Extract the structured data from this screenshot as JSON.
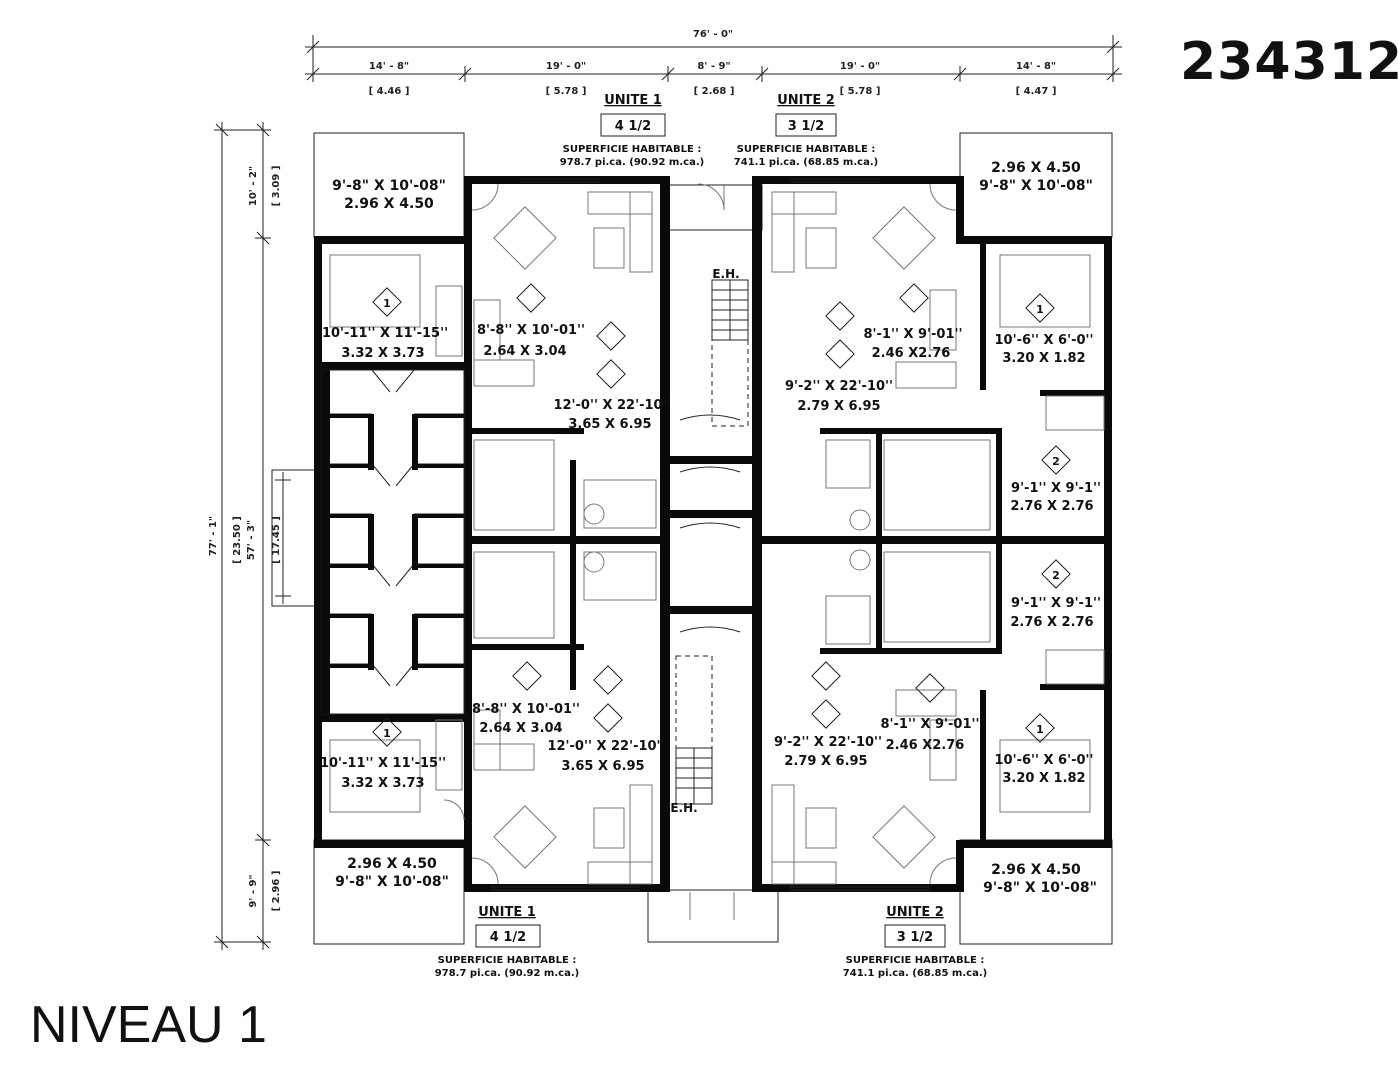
{
  "plan_number": "234312",
  "level_title": "NIVEAU 1",
  "top_dimensions": {
    "overall": "76' - 0\"",
    "segments": [
      {
        "imperial": "14' - 8\"",
        "metric": "[ 4.46 ]"
      },
      {
        "imperial": "19' - 0\"",
        "metric": "[ 5.78 ]"
      },
      {
        "imperial": "8' - 9\"",
        "metric": "[ 2.68 ]"
      },
      {
        "imperial": "19' - 0\"",
        "metric": "[ 5.78 ]"
      },
      {
        "imperial": "14' - 8\"",
        "metric": "[ 4.47 ]"
      }
    ]
  },
  "left_dimensions": {
    "overall": "77' - 1\"",
    "overall_metric": "[ 23.50 ]",
    "inner": "57' - 3\"",
    "inner_metric": "[ 17.45 ]",
    "top_balcony": "10' - 2\"",
    "top_balcony_metric": "[ 3.09 ]",
    "bottom_balcony": "9' - 9\"",
    "bottom_balcony_metric": "[ 2.96 ]"
  },
  "units": {
    "top_left": {
      "name": "UNITE 1",
      "type": "4 1/2",
      "area_label": "SUPERFICIE HABITABLE :",
      "area": "978.7 pi.ca. (90.92 m.ca.)"
    },
    "top_right": {
      "name": "UNITE 2",
      "type": "3 1/2",
      "area_label": "SUPERFICIE HABITABLE :",
      "area": "741.1 pi.ca. (68.85 m.ca.)"
    },
    "bottom_left": {
      "name": "UNITE 1",
      "type": "4 1/2",
      "area_label": "SUPERFICIE HABITABLE :",
      "area": "978.7 pi.ca. (90.92 m.ca.)"
    },
    "bottom_right": {
      "name": "UNITE 2",
      "type": "3 1/2",
      "area_label": "SUPERFICIE HABITABLE :",
      "area": "741.1 pi.ca. (68.85 m.ca.)"
    }
  },
  "balconies": {
    "top_left": {
      "line1": "9'-8\" X 10'-08\"",
      "line2": "2.96 X 4.50"
    },
    "top_right": {
      "line1": "2.96 X 4.50",
      "line2": "9'-8\" X 10'-08\""
    },
    "bottom_left": {
      "line1": "2.96 X 4.50",
      "line2": "9'-8\" X 10'-08\""
    },
    "bottom_right": {
      "line1": "2.96 X 4.50",
      "line2": "9'-8\" X 10'-08\""
    }
  },
  "rooms": {
    "tl_bedroom": {
      "tag": "1",
      "imperial": "10'-11'' X 11'-15''",
      "metric": "3.32 X 3.73"
    },
    "tl_kitchen": {
      "imperial": "8'-8'' X 10'-01''",
      "metric": "2.64 X 3.04"
    },
    "tl_living": {
      "imperial": "12'-0'' X 22'-10''",
      "metric": "3.65 X 6.95"
    },
    "tr_kitchen": {
      "imperial": "8'-1'' X 9'-01''",
      "metric": "2.46 X2.76"
    },
    "tr_living": {
      "imperial": "9'-2'' X 22'-10''",
      "metric": "2.79 X 6.95"
    },
    "tr_bedroom1": {
      "tag": "1",
      "imperial": "10'-6'' X 6'-0''",
      "metric": "3.20 X 1.82"
    },
    "tr_bedroom2": {
      "tag": "2",
      "imperial": "9'-1'' X 9'-1''",
      "metric": "2.76 X 2.76"
    },
    "br_bedroom2": {
      "tag": "2",
      "imperial": "9'-1'' X 9'-1''",
      "metric": "2.76 X 2.76"
    },
    "bl_kitchen": {
      "imperial": "8'-8'' X 10'-01''",
      "metric": "2.64 X 3.04"
    },
    "bl_living": {
      "imperial": "12'-0'' X 22'-10''",
      "metric": "3.65 X 6.95"
    },
    "bl_bedroom": {
      "tag": "1",
      "imperial": "10'-11'' X 11'-15''",
      "metric": "3.32 X 3.73"
    },
    "br_living": {
      "imperial": "9'-2'' X 22'-10''",
      "metric": "2.79 X 6.95"
    },
    "br_kitchen": {
      "imperial": "8'-1'' X 9'-01''",
      "metric": "2.46 X2.76"
    },
    "br_bedroom1": {
      "tag": "1",
      "imperial": "10'-6'' X 6'-0''",
      "metric": "3.20 X 1.82"
    }
  },
  "stairs": {
    "top_label": "E.H.",
    "bottom_label": "E.H."
  }
}
